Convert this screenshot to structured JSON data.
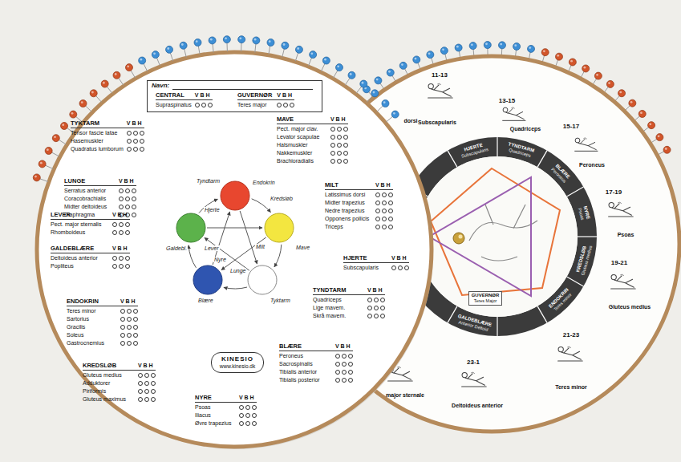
{
  "diagram": {
    "nodes": [
      {
        "text": [
          "Navn:",
          "CENTRAL",
          "V B H",
          "Supraspinatus",
          "GUVERNØR",
          "V B H",
          "Teres major"
        ]
      },
      {
        "text": [
          "KINESIO",
          "www.kinesio.dk"
        ]
      },
      {
        "text": [
          "Endokrin",
          "Tyndtarm",
          "Hjerte",
          "Kredsløb"
        ]
      },
      {
        "text": [
          "Mave",
          "Milt"
        ]
      },
      {
        "text": [
          "Tyktarm",
          "Lunge"
        ]
      },
      {
        "text": [
          "Nyre",
          "Blære"
        ]
      },
      {
        "text": [
          "Lever",
          "Galdebl."
        ]
      }
    ],
    "edges": [
      {
        "from": 2,
        "to": 3,
        "arrow": "to"
      },
      {
        "from": 3,
        "to": 4,
        "arrow": "to"
      },
      {
        "from": 4,
        "to": 5,
        "arrow": "to"
      },
      {
        "from": 5,
        "to": 6,
        "arrow": "to"
      },
      {
        "from": 6,
        "to": 2,
        "arrow": "to"
      },
      {
        "from": 2,
        "to": 4,
        "arrow": "to"
      },
      {
        "from": 4,
        "to": 6,
        "arrow": "to"
      },
      {
        "from": 6,
        "to": 3,
        "arrow": "to"
      },
      {
        "from": 3,
        "to": 5,
        "arrow": "to"
      },
      {
        "from": 5,
        "to": 2,
        "arrow": "to"
      }
    ],
    "labels": [
      "TYKTARM",
      "V B H",
      "Tensor fascie latae",
      "Hasemuskler",
      "Quadratus lumborum",
      "MAVE",
      "V B H",
      "Pect. major clav.",
      "Levator scapulae",
      "Halsmuskler",
      "Nakkemuskler",
      "Brachioradialis",
      "LUNGE",
      "V B H",
      "Serratus anterior",
      "Coracobrachialis",
      "Midter deltoideus",
      "Diaphragma",
      "MILT",
      "V B H",
      "Latissimus dorsi",
      "Midter trapezius",
      "Nedre trapezius",
      "Opponens pollicis",
      "Triceps",
      "LEVER",
      "V B H",
      "Pect. major sternalis",
      "Rhomboideus",
      "HJERTE",
      "V B H",
      "Subscapularis",
      "GALDEBLÆRE",
      "V B H",
      "Deltoideus anterior",
      "Popliteus",
      "TYNDTARM",
      "V B H",
      "Quadriceps",
      "Lige mavem.",
      "Skrå mavem.",
      "ENDOKRIN",
      "V B H",
      "Teres minor",
      "Sartorius",
      "Gracilis",
      "Soleus",
      "Gastrocnemius",
      "KREDSLØB",
      "V B H",
      "Gluteus medius",
      "Adduktorer",
      "Piriformis",
      "Gluteus maximus",
      "BLÆRE",
      "V B H",
      "Peroneus",
      "Sacrospinalis",
      "Tibialis anterior",
      "Tibialis posterior",
      "NYRE",
      "V B H",
      "Psoas",
      "Iliacus",
      "Øvre trapezius",
      "11-13",
      "Subscapularis",
      "13-15",
      "Quadriceps",
      "15-17",
      "Peroneus",
      "17-19",
      "Psoas",
      "19-21",
      "Gluteus medius",
      "21-23",
      "Teres minor",
      "23-1",
      "Deltoideus anterior",
      "major sternale",
      "dorsi",
      "HJERTE",
      "Subscapularis",
      "TYNDTARM",
      "Quadriceps",
      "BLÆRE",
      "Peroneus",
      "NYRE",
      "Psoas",
      "KREDSLØB",
      "Gluteus medius",
      "ENDOKRIN",
      "Teres minor",
      "GALDEBLÆRE",
      "Anterior Deltoid",
      "GUVERNØR",
      "Teres Major"
    ]
  }
}
